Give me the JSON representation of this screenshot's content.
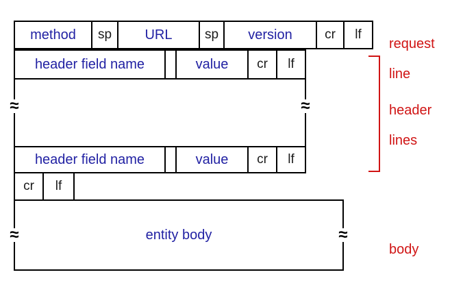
{
  "request_line": {
    "method": "method",
    "sp1": "sp",
    "url": "URL",
    "sp2": "sp",
    "version": "version",
    "cr": "cr",
    "lf": "lf"
  },
  "header_row": {
    "name": "header field name",
    "gap": "",
    "value": "value",
    "cr": "cr",
    "lf": "lf"
  },
  "blank_line": {
    "cr": "cr",
    "lf": "lf"
  },
  "body_box": {
    "text": "entity body"
  },
  "labels": {
    "request_1": "request",
    "request_2": "line",
    "header_1": "header",
    "header_2": "lines",
    "body": "body"
  },
  "glyphs": {
    "break_mark": "≈"
  },
  "colors": {
    "field_blue": "#2121a3",
    "label_red": "#d01414",
    "line_black": "#000000"
  }
}
